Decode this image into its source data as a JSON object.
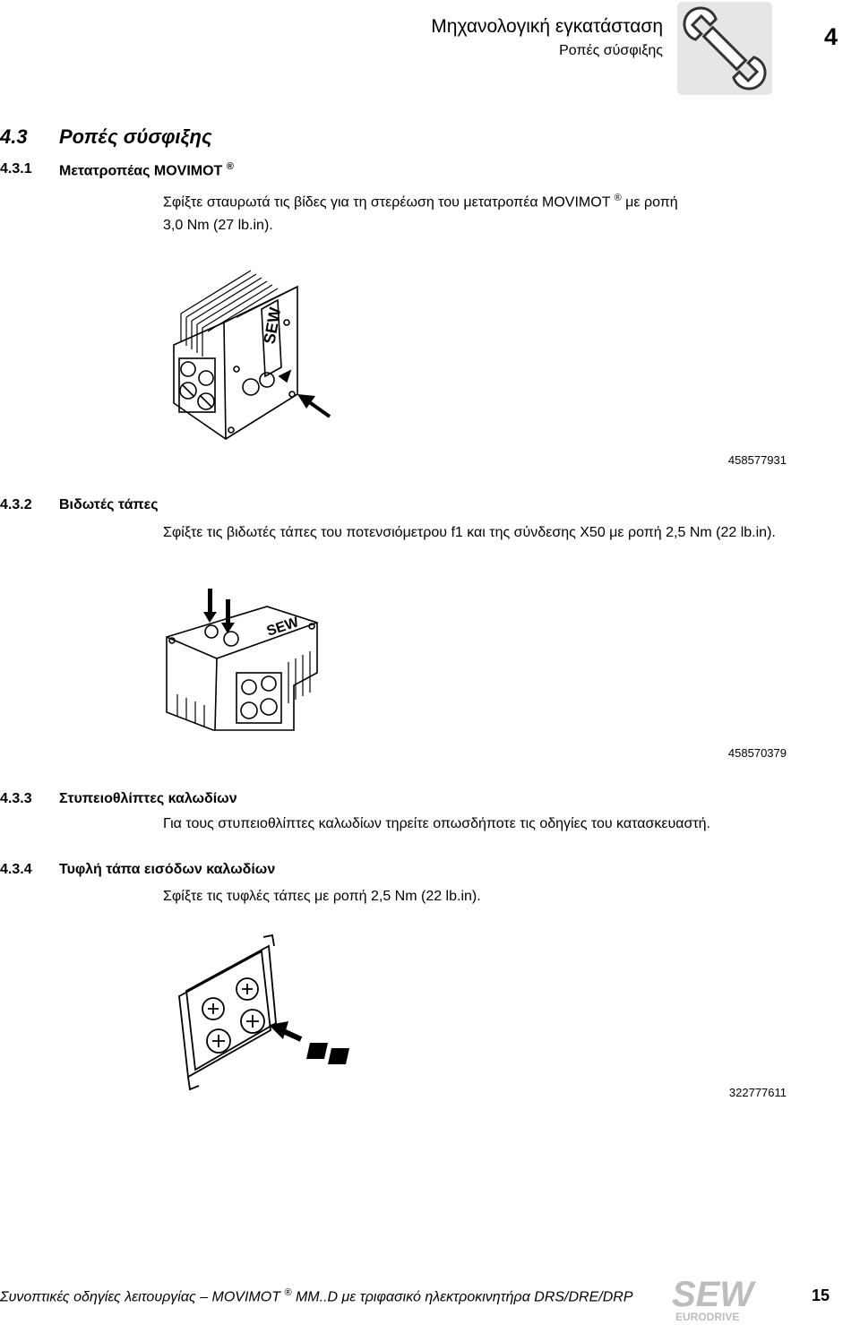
{
  "header": {
    "title": "Μηχανολογική εγκατάσταση",
    "subtitle": "Ροπές σύσφιξης",
    "chapter_number": "4",
    "tab_icon": "wrench-icon"
  },
  "section": {
    "number": "4.3",
    "title": "Ροπές σύσφιξης"
  },
  "subsections": [
    {
      "number": "4.3.1",
      "title": "Μετατροπέας MOVIMOT",
      "title_sup": "®",
      "text_line1_a": "Σφίξτε σταυρωτά τις βίδες για τη στερέωση του μετατροπέα MOVIMOT",
      "text_line1_sup": "®",
      "text_line1_b": " με ροπή",
      "text_line2": "3,0 Nm (27 lb.in).",
      "figure_id": "458577931"
    },
    {
      "number": "4.3.2",
      "title": "Βιδωτές τάπες",
      "text": "Σφίξτε τις βιδωτές τάπες του ποτενσιόμετρου f1 και της σύνδεσης X50 με ροπή 2,5 Nm (22 lb.in).",
      "figure_id": "458570379"
    },
    {
      "number": "4.3.3",
      "title": "Στυπειοθλίπτες καλωδίων",
      "text": "Για τους στυπειοθλίπτες καλωδίων τηρείτε οπωσδήποτε τις οδηγίες του κατασκευαστή."
    },
    {
      "number": "4.3.4",
      "title": "Τυφλή τάπα εισόδων καλωδίων",
      "text": "Σφίξτε τις τυφλές τάπες με ροπή 2,5 Nm (22 lb.in).",
      "figure_id": "322777611"
    }
  ],
  "footer": {
    "text_a": "Συνοπτικές οδηγίες λειτουργίας – MOVIMOT",
    "text_sup": "®",
    "text_b": " MM..D με τριφασικό ηλεκτροκινητήρα DRS/DRE/DRP",
    "logo_text": "SEW",
    "logo_sub": "EURODRIVE",
    "page_number": "15"
  },
  "colors": {
    "tab_background": "#e6e6e6",
    "logo_gray": "#bdbdbd"
  }
}
